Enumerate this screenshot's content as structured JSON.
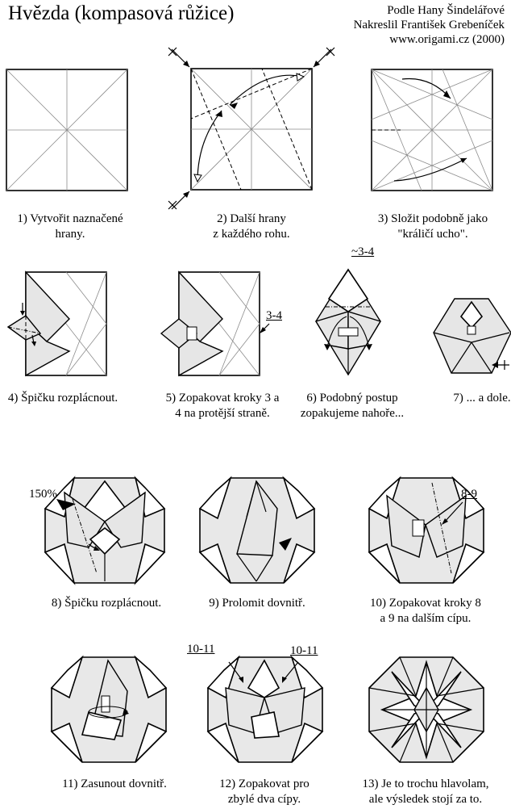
{
  "header": {
    "title": "Hvězda (kompasová růžice)",
    "credits": [
      "Podle Hany Šindelářové",
      "Nakreslil František Grebeníček",
      "www.origami.cz (2000)"
    ]
  },
  "steps": [
    {
      "caption": "1) Vytvořit naznačené\nhrany."
    },
    {
      "caption": "2) Další hrany\nz každého rohu."
    },
    {
      "caption": "3) Složit podobně jako\n\"králičí ucho\"."
    },
    {
      "caption": "4) Špičku rozplácnout."
    },
    {
      "caption": "5) Zopakovat kroky 3 a\n4 na protější straně."
    },
    {
      "caption": "6) Podobný postup\nzopakujeme nahoře..."
    },
    {
      "caption": "7) ... a dole."
    },
    {
      "caption": "8) Špičku rozplácnout."
    },
    {
      "caption": "9) Prolomit dovnitř."
    },
    {
      "caption": "10) Zopakovat kroky 8\na 9 na dalším cípu."
    },
    {
      "caption": "11) Zasunout dovnitř."
    },
    {
      "caption": "12) Zopakovat pro\nzbylé dva cípy."
    },
    {
      "caption": "13) Je to trochu hlavolam,\nale výsledek stojí za to."
    }
  ],
  "annotations": {
    "step5_ref": "3-4",
    "step6_ref": "~3-4",
    "step8_scale": "150%",
    "step10_ref": "8-9",
    "step12_ref_left": "10-11",
    "step12_ref_right": "10-11"
  }
}
